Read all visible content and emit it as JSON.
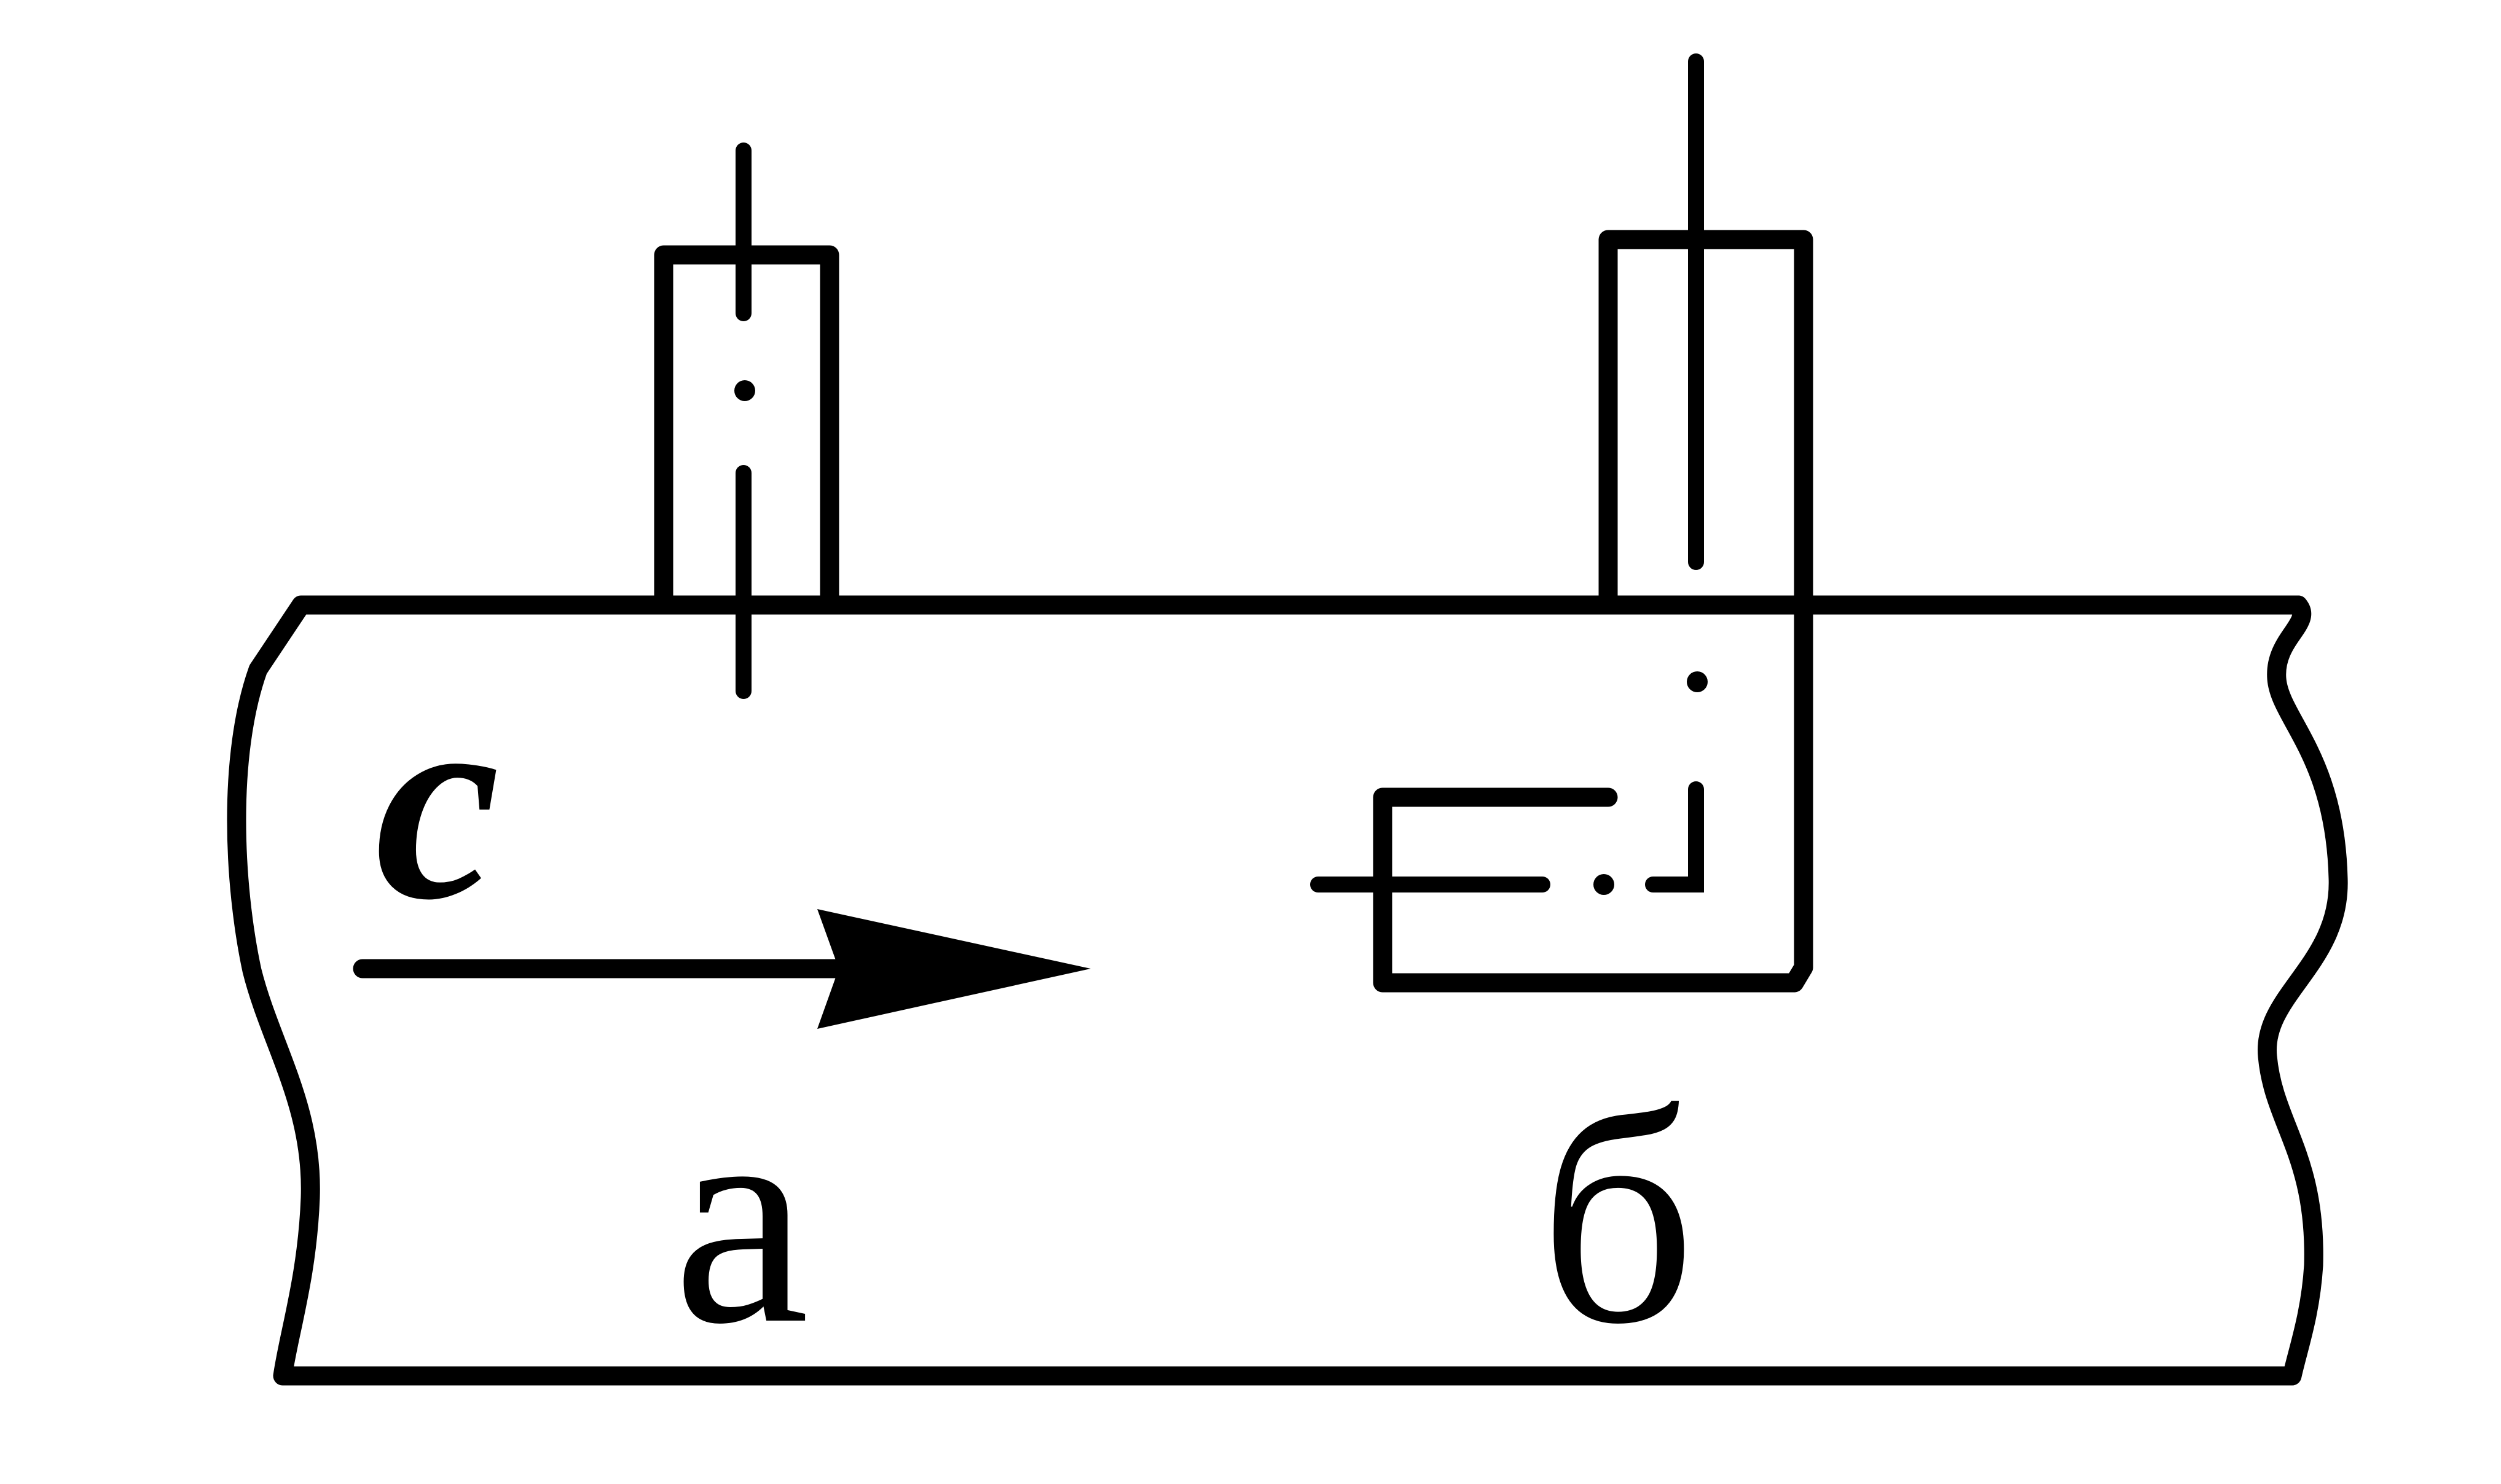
{
  "diagram": {
    "flow_label": "c",
    "probe_a_label": "a",
    "probe_b_label": "б",
    "stroke_color": "#000000",
    "background_color": "#ffffff"
  }
}
